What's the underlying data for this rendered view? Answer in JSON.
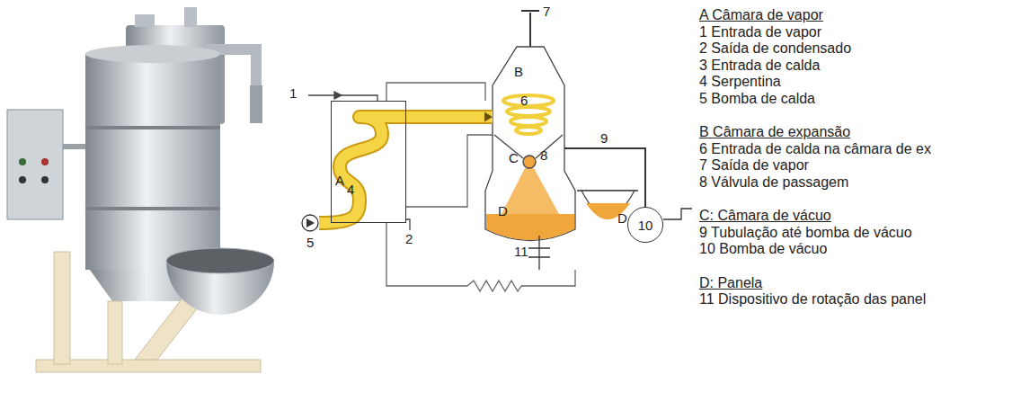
{
  "diagram": {
    "nodes": [
      {
        "text": [
          "A"
        ]
      },
      {
        "text": [
          "B"
        ]
      },
      {
        "text": [
          "C"
        ]
      },
      {
        "text": [
          "D"
        ]
      },
      {
        "text": [
          "D"
        ]
      },
      {
        "text": [
          "10"
        ]
      }
    ],
    "edges": [
      {
        "from": 0,
        "to": 1,
        "arrow": "to"
      },
      {
        "from": 2,
        "to": 5,
        "label": "9",
        "arrow": "none"
      }
    ],
    "labels": [
      "1",
      "2",
      "4",
      "5",
      "6",
      "7",
      "8",
      "11",
      "A Câmara de vapor",
      "1 Entrada de vapor",
      "2 Saída de condensado",
      "3 Entrada de calda",
      "4 Serpentina",
      "5 Bomba de calda",
      "B Câmara de expansão",
      "6 Entrada de calda na câmara de ex",
      "7 Saída de vapor",
      "8 Válvula de passagem",
      "C: Câmara de vácuo",
      "9 Tubulação até bomba de vácuo",
      "10 Bomba de vácuo",
      "D: Panela",
      "11 Dispositivo de rotação das panel"
    ]
  }
}
